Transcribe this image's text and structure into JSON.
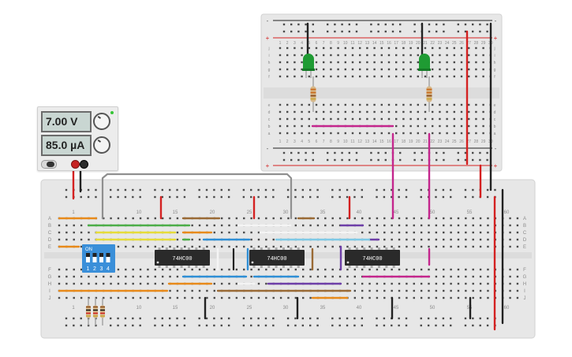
{
  "power_supply": {
    "voltage_display": "7.00 V",
    "current_display": "85.0 µA",
    "voltage_knob_icon": "knob-icon",
    "current_knob_icon": "knob-icon",
    "switch_icon": "power-switch-icon",
    "positive_terminal_icon": "positive-terminal-icon",
    "negative_terminal_icon": "negative-terminal-icon",
    "indicator_icon": "status-led-icon"
  },
  "chips": {
    "ic1": {
      "label": "74HC00"
    },
    "ic2": {
      "label": "74HC00"
    },
    "ic3": {
      "label": "74HC00"
    }
  },
  "dip_switch": {
    "label_on": "ON",
    "numbers": [
      "1",
      "2",
      "3",
      "4"
    ]
  },
  "main_breadboard": {
    "top_numbers": [
      "1",
      "10",
      "15",
      "20",
      "25",
      "30",
      "35",
      "40",
      "45",
      "50",
      "55",
      "60"
    ],
    "bottom_numbers": [
      "1",
      "10",
      "15",
      "20",
      "25",
      "30",
      "35",
      "40",
      "45",
      "50",
      "55",
      "60"
    ],
    "row_letters_top": [
      "A",
      "B",
      "C",
      "D",
      "E"
    ],
    "row_letters_bottom": [
      "F",
      "G",
      "H",
      "I",
      "J"
    ]
  },
  "small_breadboard": {
    "rail_labels": [
      "+",
      "-"
    ],
    "top_numbers": [
      "1",
      "2",
      "3",
      "4",
      "5",
      "6",
      "7",
      "8",
      "9",
      "10",
      "11",
      "12",
      "13",
      "14",
      "15",
      "16",
      "17",
      "18",
      "19",
      "20",
      "21",
      "22",
      "23",
      "24",
      "25",
      "26",
      "27",
      "28",
      "29",
      "30"
    ],
    "row_letters_top": [
      "j",
      "i",
      "h",
      "g",
      "f"
    ],
    "row_letters_bottom": [
      "e",
      "d",
      "c",
      "b",
      "a"
    ]
  },
  "colors": {
    "board": "#e7e7e7",
    "hole": "#4a4a4a",
    "red_wire": "#d42121",
    "black_wire": "#222222",
    "magenta_wire": "#c4268d",
    "orange_wire": "#e88a1a",
    "yellow_wire": "#e6dc3a",
    "green_wire": "#4cae48",
    "blue_wire": "#2f8fd6",
    "purple_wire": "#6e3fa8",
    "brown_wire": "#9a6a35",
    "white_wire": "#f4f4f4",
    "gray_wire": "#8a8a8a",
    "led_green": "#1f9b33",
    "dip_blue": "#3a8fd9"
  }
}
